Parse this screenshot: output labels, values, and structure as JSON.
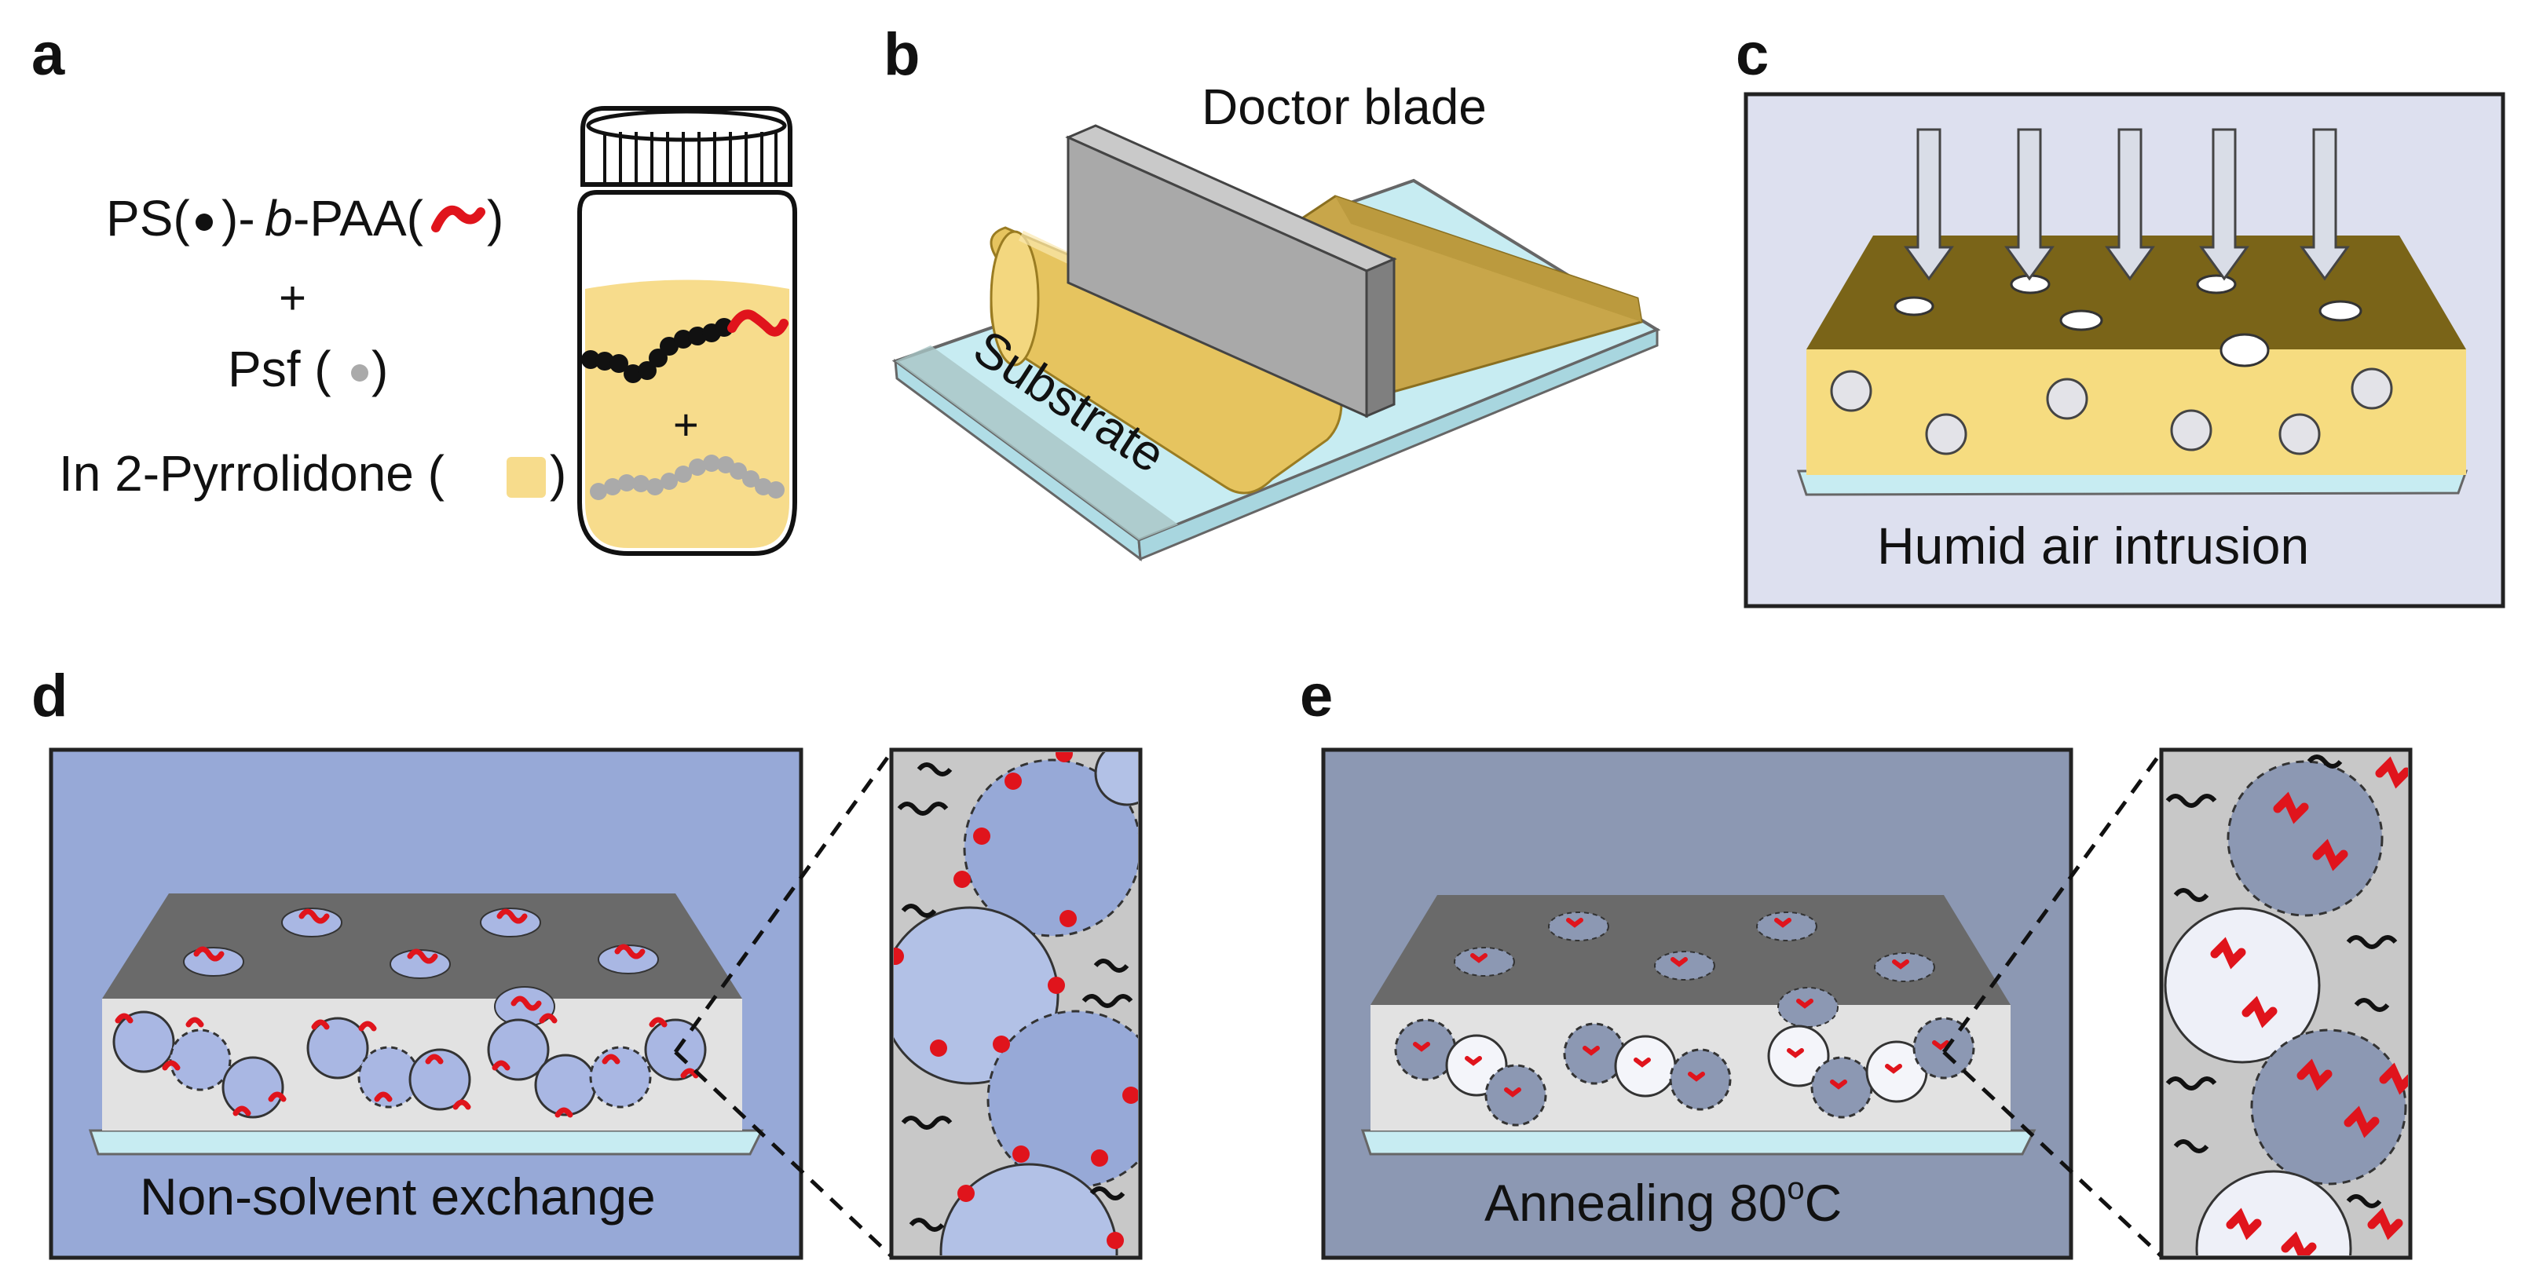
{
  "colors": {
    "solution": "#f7dc8c",
    "film_top": "#7a6418",
    "film_front": "#f6dc80",
    "panel_c_bg": "#dde0ef",
    "panel_d_bg": "#97a9d7",
    "panel_e_bg": "#8c98b3",
    "membrane_top": "#6a6a6a",
    "membrane_front": "#e2e2e2",
    "substrate": "#c7ecf2",
    "paa_red": "#e0141c"
  },
  "panel_a": {
    "label": "a",
    "line1_pre": "PS(",
    "line1_mid": ")-",
    "line1_italic": "b",
    "line1_post": "-PAA(",
    "line1_end": ")",
    "plus1": "+",
    "line2_pre": "Psf (",
    "line2_end": ")",
    "line3_pre": "In 2-Pyrrolidone (",
    "line3_end": ")",
    "vial_plus": "+"
  },
  "panel_b": {
    "label": "b",
    "blade_label": "Doctor blade",
    "substrate_label": "Substrate"
  },
  "panel_c": {
    "label": "c",
    "caption": "Humid air intrusion"
  },
  "panel_d": {
    "label": "d",
    "caption": "Non-solvent exchange"
  },
  "panel_e": {
    "label": "e",
    "caption_pre": "Annealing 80",
    "caption_sup": "o",
    "caption_post": "C"
  }
}
